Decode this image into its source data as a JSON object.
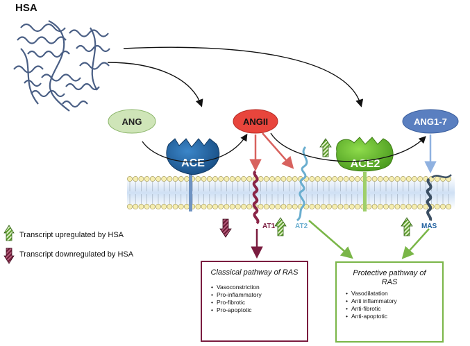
{
  "protein": {
    "label": "HSA"
  },
  "molecules": {
    "ang": "ANG",
    "angii": "ANGII",
    "ang17": "ANG1-7"
  },
  "enzymes": {
    "ace": "ACE",
    "ace2": "ACE2"
  },
  "receptors": {
    "at1": "AT1",
    "at2": "AT2",
    "mas": "MAS"
  },
  "legend": {
    "up": "Transcript upregulated by HSA",
    "down": "Transcript downregulated by HSA"
  },
  "classical": {
    "title": "Classical pathway of RAS",
    "items": [
      "Vasoconstriction",
      "Pro-inflammatory",
      "Pro-fibrotic",
      "Pro-apoptotic"
    ]
  },
  "protective": {
    "title_line1": "Protective pathway of",
    "title_line2": "RAS",
    "items": [
      "Vasodilatation",
      "Anti inflammatory",
      "Anti-fibrotic",
      "Anti-apoptotic"
    ]
  },
  "colors": {
    "ang_fill": "#cfe5b8",
    "angii_fill": "#e8453c",
    "ang17_fill": "#5a7fc0",
    "ace_fill": "#1f5f9e",
    "ace2_fill": "#6dbf2e",
    "classical_border": "#7a1c3f",
    "protective_border": "#7ab648",
    "at1": "#8a2447",
    "at2": "#6aaecf",
    "mas": "#3b4f63",
    "up_arrow": "#5a9a2a",
    "down_arrow": "#6b1a36"
  }
}
